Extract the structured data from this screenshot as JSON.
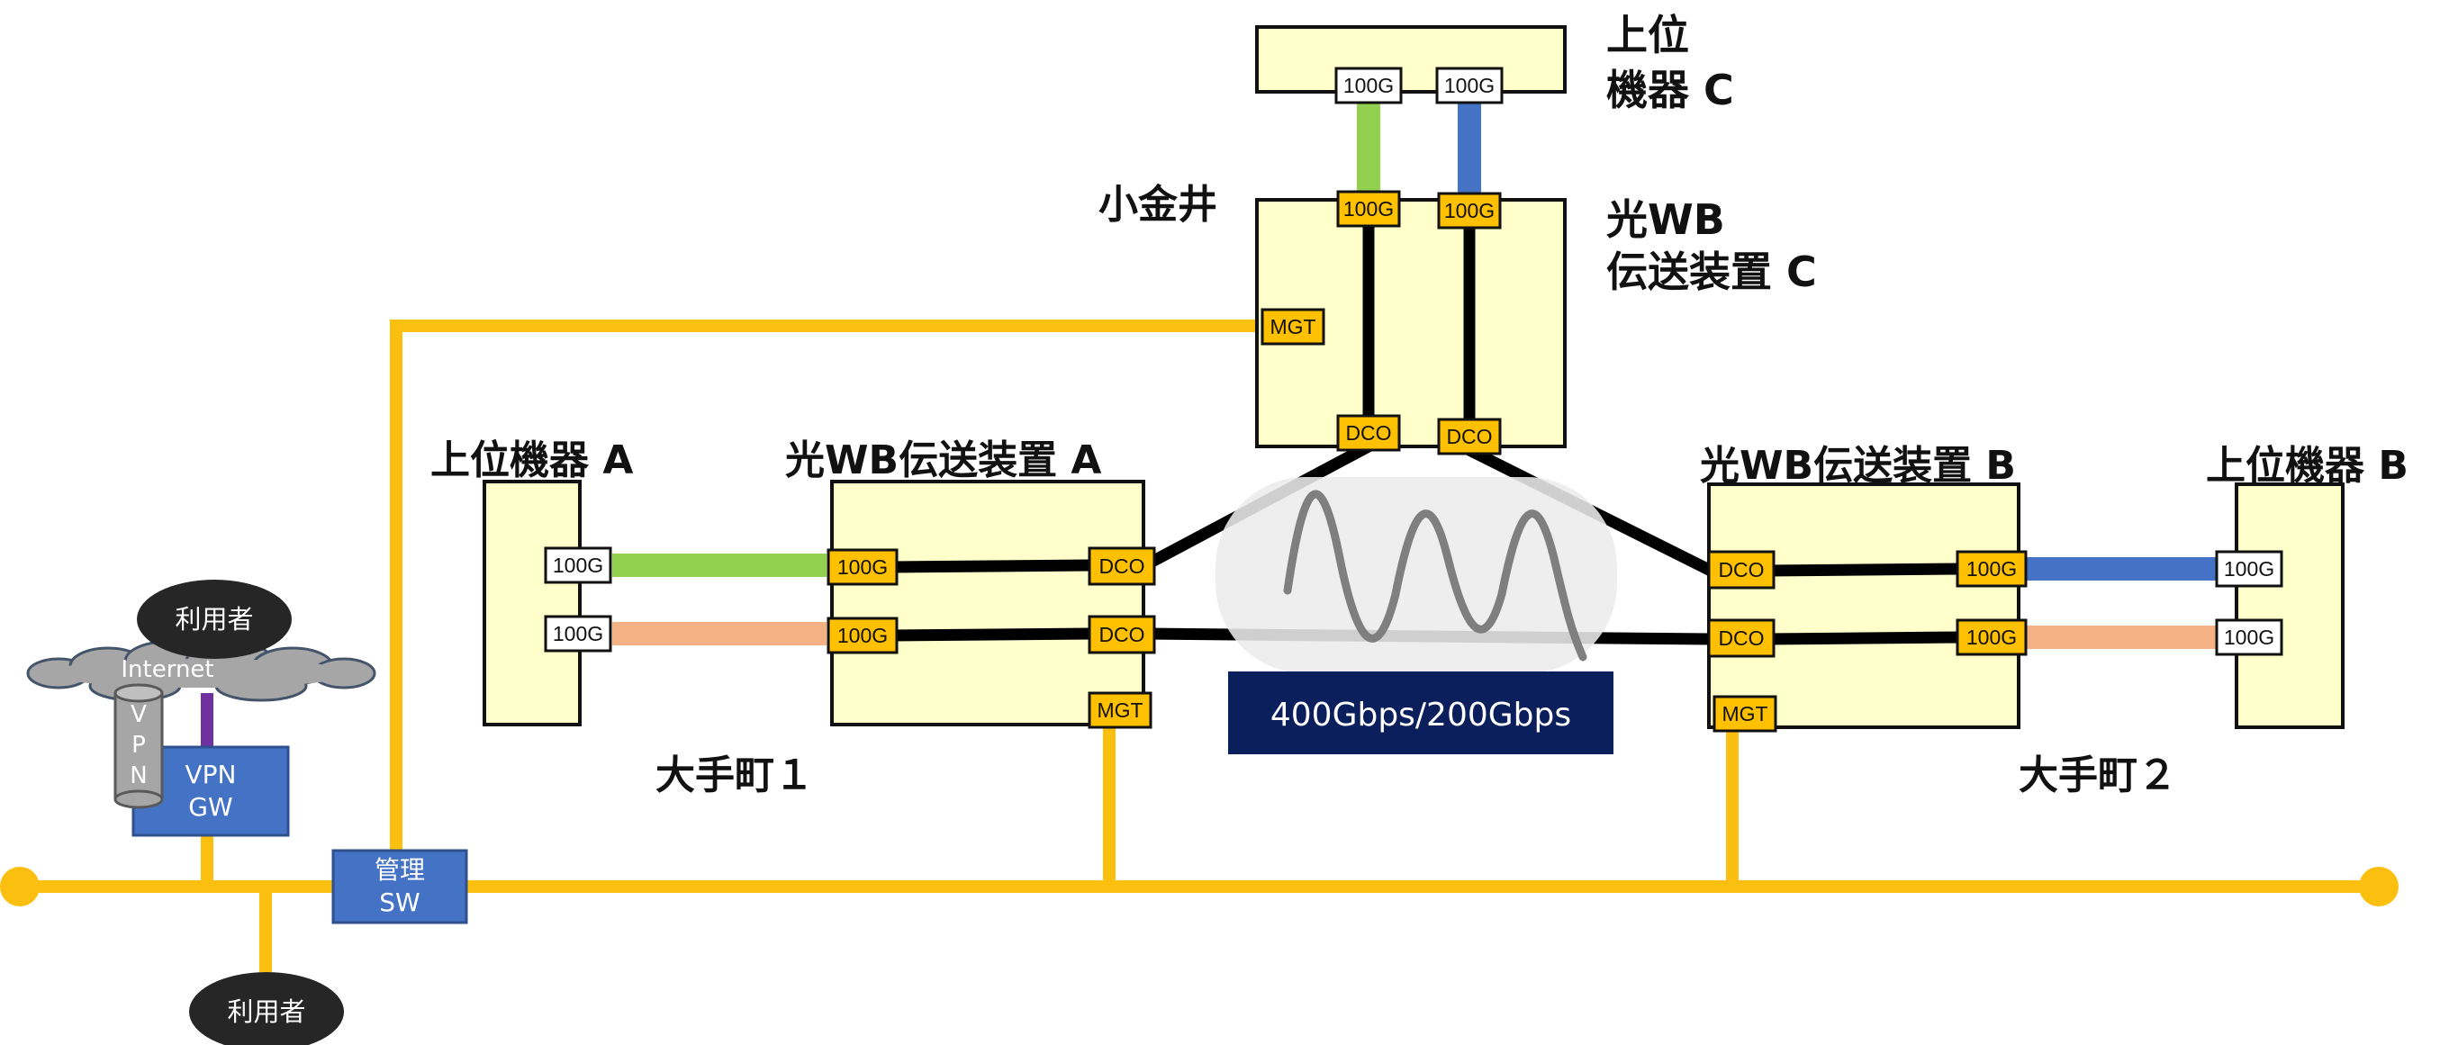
{
  "colors": {
    "mgmt": "#fbbf10",
    "green": "#92d050",
    "blue": "#4472c4",
    "salmon": "#f4b183",
    "device_fill": "#ffffcc",
    "port_orange": "#ffc000",
    "navy": "#0b1f5c",
    "vpn_purple": "#7030a0",
    "cloud_gray": "#a6a6a6",
    "ellipse": "#262626"
  },
  "labels": {
    "device_c_upper": [
      "上位",
      "機器 C"
    ],
    "transmitter_c": [
      "光WB",
      "伝送装置 C"
    ],
    "site_koganei": "小金井",
    "device_a_upper": "上位機器 A",
    "transmitter_a": "光WB伝送装置 A",
    "transmitter_b": "光WB伝送装置 B",
    "device_b_upper": "上位機器 B",
    "site_otemachi1": "大手町１",
    "site_otemachi2": "大手町２",
    "bandwidth": "400Gbps/200Gbps",
    "mgmt_sw": [
      "管理",
      "SW"
    ],
    "vpn_gw": [
      "VPN",
      "GW"
    ],
    "vpn_tunnel": [
      "V",
      "P",
      "N"
    ],
    "internet": "Internet",
    "user_top": "利用者",
    "user_bottom": "利用者"
  },
  "ports": {
    "p100g": "100G",
    "dco": "DCO",
    "mgt": "MGT"
  }
}
